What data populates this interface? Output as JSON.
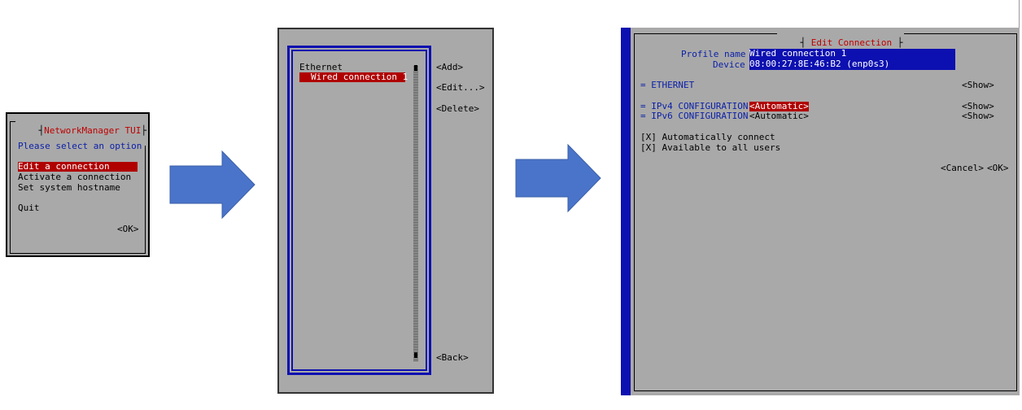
{
  "panel1": {
    "title": "NetworkManager TUI",
    "prompt": "Please select an option",
    "items": [
      "Edit a connection",
      "Activate a connection",
      "Set system hostname"
    ],
    "quit": "Quit",
    "ok": "<OK>"
  },
  "panel2": {
    "group": "Ethernet",
    "selected": "Wired connection 1",
    "add": "<Add>",
    "edit": "<Edit...>",
    "delete": "<Delete>",
    "back": "<Back>"
  },
  "panel3": {
    "title": "Edit Connection",
    "profile_label": "Profile name",
    "profile_value": "Wired connection 1",
    "device_label": "Device",
    "device_value": "08:00:27:8E:46:B2 (enp0s3)",
    "ethernet": "= ETHERNET",
    "ipv4": "= IPv4 CONFIGURATION",
    "ipv4_mode": "<Automatic>",
    "ipv6": "= IPv6 CONFIGURATION",
    "ipv6_mode": "<Automatic>",
    "show": "<Show>",
    "auto_connect": "[X] Automatically connect",
    "all_users": "[X] Available to all users",
    "cancel": "<Cancel>",
    "ok": "<OK>"
  },
  "colors": {
    "panel_bg": "#a9a9a9",
    "border_blue": "#0d10b0",
    "highlight_red": "#b00000",
    "arrow_blue": "#4a74c9"
  }
}
